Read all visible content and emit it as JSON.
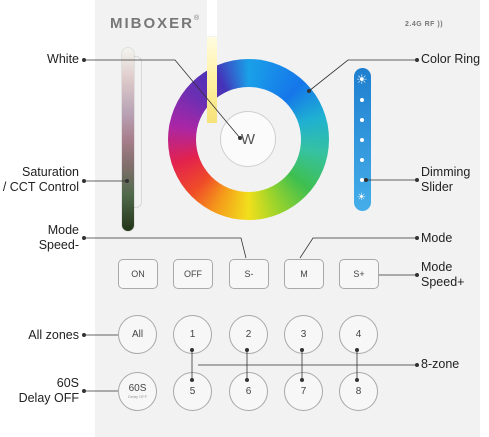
{
  "brand": {
    "name": "MIBOXER",
    "reg": "®",
    "rf": "2.4G RF"
  },
  "wheel": {
    "center_label": "W"
  },
  "buttons": {
    "on": "ON",
    "off": "OFF",
    "speed_down": "S-",
    "mode": "M",
    "speed_up": "S+",
    "all": "All",
    "zones": [
      "1",
      "2",
      "3",
      "4",
      "5",
      "6",
      "7",
      "8"
    ],
    "delay": "60S",
    "delay_sub": "Delay OFF"
  },
  "labels": {
    "white": "White",
    "saturation_1": "Saturation",
    "saturation_2": "/ CCT Control",
    "mode_speed_down_1": "Mode",
    "mode_speed_down_2": "Speed-",
    "all_zones": "All zones",
    "delay_1": "60S",
    "delay_2": "Delay OFF",
    "color_ring": "Color Ring",
    "dimming_1": "Dimming",
    "dimming_2": "Slider",
    "mode": "Mode",
    "mode_speed_up_1": "Mode",
    "mode_speed_up_2": "Speed+",
    "eight_zone": "8-zone"
  },
  "colors": {
    "panel": "#f2f2f2",
    "dimming_slider": "#2b8fd8",
    "callout_line": "#333333"
  }
}
